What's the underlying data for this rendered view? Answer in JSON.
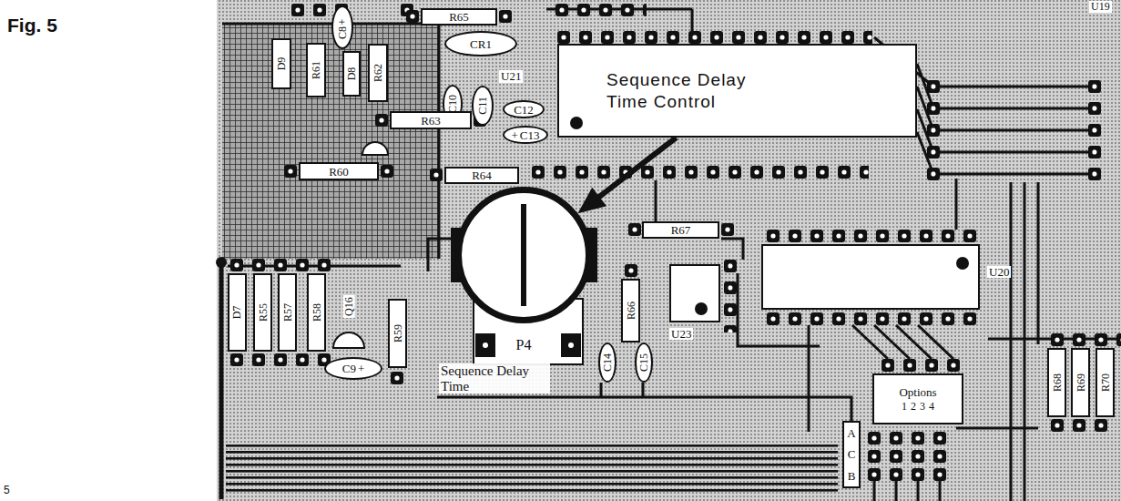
{
  "diagram": {
    "title": "Fig. 5",
    "nodes": [
      {
        "text": [
          "R65"
        ]
      },
      {
        "text": [
          "C8",
          "+"
        ]
      },
      {
        "text": [
          "CR1"
        ]
      },
      {
        "text": [
          "D9"
        ]
      },
      {
        "text": [
          "R61"
        ]
      },
      {
        "text": [
          "D8"
        ]
      },
      {
        "text": [
          "R62"
        ]
      },
      {
        "text": [
          "C10"
        ]
      },
      {
        "text": [
          "C11"
        ]
      },
      {
        "text": [
          "C12"
        ]
      },
      {
        "text": [
          "+",
          "C13"
        ]
      },
      {
        "text": [
          "Sequence Delay Time Control"
        ]
      },
      {
        "text": [
          "R63"
        ]
      },
      {
        "text": [
          "R60"
        ]
      },
      {
        "text": [
          "R64"
        ]
      },
      {
        "text": [
          "P4"
        ]
      },
      {
        "text": [
          "R67"
        ]
      },
      {
        "text": [
          "U20"
        ]
      },
      {
        "text": [
          "U23"
        ]
      },
      {
        "text": [
          "D7"
        ]
      },
      {
        "text": [
          "R55"
        ]
      },
      {
        "text": [
          "R57"
        ]
      },
      {
        "text": [
          "R58"
        ]
      },
      {
        "text": [
          "R59"
        ]
      },
      {
        "text": [
          "R66"
        ]
      },
      {
        "text": [
          "C9",
          "+"
        ]
      },
      {
        "text": [
          "C14"
        ]
      },
      {
        "text": [
          "C15"
        ]
      },
      {
        "text": [
          "Options",
          "1 2 3 4"
        ]
      },
      {
        "text": [
          "R68"
        ]
      },
      {
        "text": [
          "R69"
        ]
      },
      {
        "text": [
          "R70"
        ]
      },
      {
        "text": [
          "A",
          "C",
          "B"
        ]
      }
    ],
    "edges": [
      {
        "from": 11,
        "to": 15,
        "arrow": "to"
      }
    ],
    "labels": [
      "U21",
      "Q16",
      "Sequence Delay Time",
      "U19",
      "5"
    ]
  }
}
